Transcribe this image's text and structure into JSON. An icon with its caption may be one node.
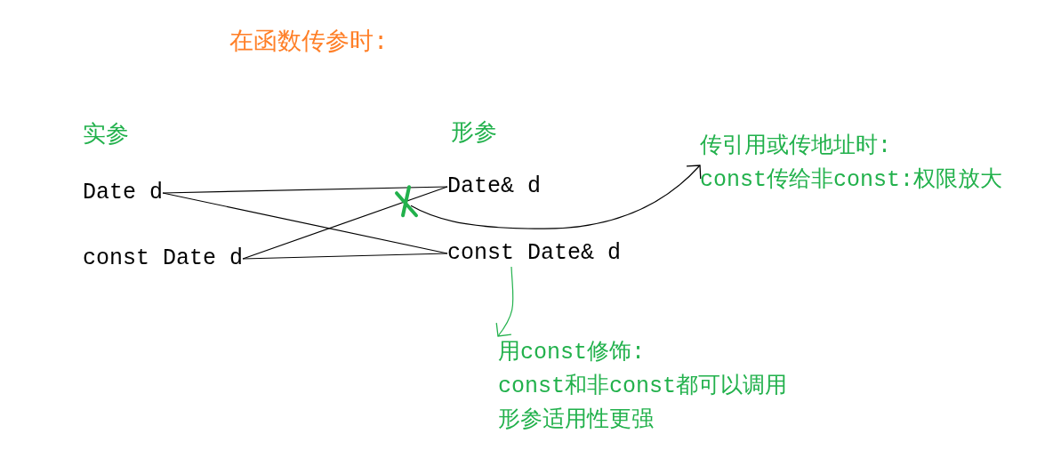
{
  "diagram": {
    "title": "在函数传参时:",
    "nodes": [
      {
        "text": [
          "Date d"
        ]
      },
      {
        "text": [
          "const Date d"
        ]
      },
      {
        "text": [
          "Date& d"
        ]
      },
      {
        "text": [
          "const Date& d"
        ]
      },
      {
        "text": [
          "传引用或传地址时:",
          "const传给非const:权限放大"
        ]
      },
      {
        "text": [
          "用const修饰:",
          "const和非const都可以调用",
          "形参适用性更强"
        ]
      }
    ],
    "edges": [
      {
        "from": 0,
        "to": 2,
        "arrow": "none"
      },
      {
        "from": 0,
        "to": 3,
        "arrow": "none"
      },
      {
        "from": 1,
        "to": 2,
        "arrow": "none"
      },
      {
        "from": 1,
        "to": 3,
        "arrow": "none"
      },
      {
        "from": null,
        "to": 4,
        "arrow": "to"
      },
      {
        "from": 3,
        "to": 5,
        "arrow": "to",
        "color": "#22b14c"
      }
    ],
    "labels": [
      "实参",
      "形参"
    ]
  }
}
